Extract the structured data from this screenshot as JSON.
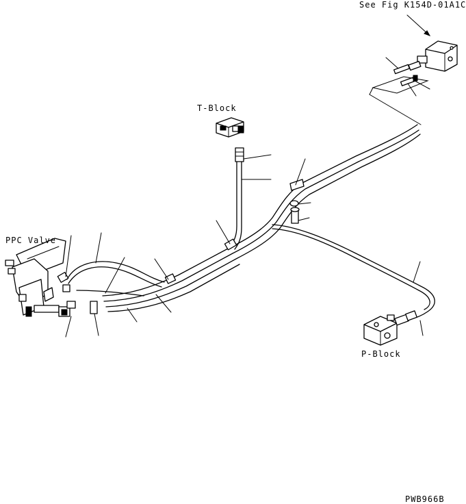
{
  "labels": {
    "see_fig": "See Fig K154D-01A1C",
    "t_block": "T-Block",
    "ppc_valve": "PPC Valve",
    "p_block": "P-Block",
    "drawing_number": "PWB966B"
  }
}
